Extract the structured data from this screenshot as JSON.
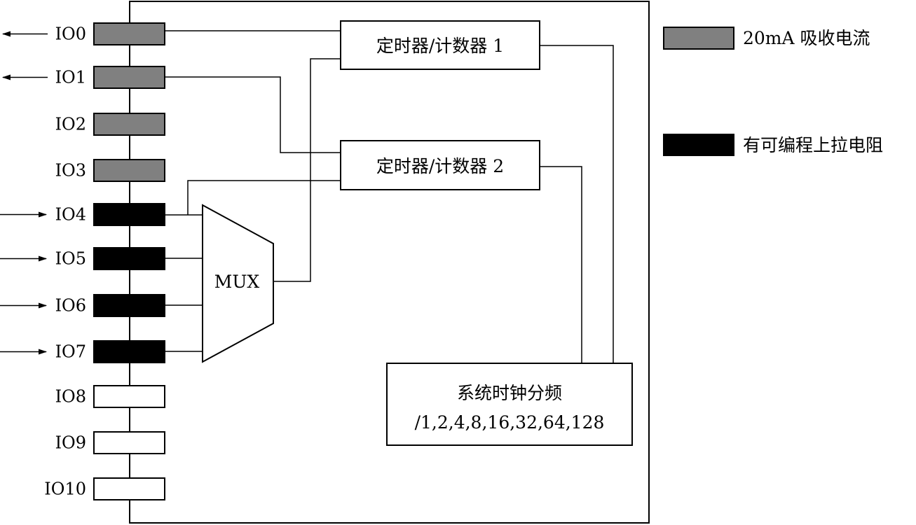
{
  "pins": [
    {
      "label": "IO0",
      "kind": "sink",
      "arrow": "out"
    },
    {
      "label": "IO1",
      "kind": "sink",
      "arrow": "out"
    },
    {
      "label": "IO2",
      "kind": "sink",
      "arrow": "none"
    },
    {
      "label": "IO3",
      "kind": "sink",
      "arrow": "none"
    },
    {
      "label": "IO4",
      "kind": "pullup",
      "arrow": "in"
    },
    {
      "label": "IO5",
      "kind": "pullup",
      "arrow": "in"
    },
    {
      "label": "IO6",
      "kind": "pullup",
      "arrow": "in"
    },
    {
      "label": "IO7",
      "kind": "pullup",
      "arrow": "in"
    },
    {
      "label": "IO8",
      "kind": "plain",
      "arrow": "none"
    },
    {
      "label": "IO9",
      "kind": "plain",
      "arrow": "none"
    },
    {
      "label": "IO10",
      "kind": "plain",
      "arrow": "none"
    }
  ],
  "blocks": {
    "timer1": "定时器/计数器 1",
    "timer2": "定时器/计数器 2",
    "mux": "MUX",
    "clock_line1": "系统时钟分频",
    "clock_line2": "/1,2,4,8,16,32,64,128"
  },
  "legend": {
    "sink_label": "20mA 吸收电流",
    "pullup_label": "有可编程上拉电阻"
  },
  "colors": {
    "sink": "#808080",
    "pullup": "#000000",
    "plain": "#ffffff",
    "stroke": "#000000"
  }
}
